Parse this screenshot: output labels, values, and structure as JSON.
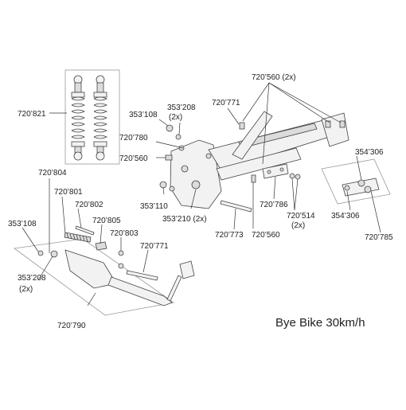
{
  "diagram": {
    "title": "Bye Bike 30km/h",
    "labels": {
      "shock": "720’821",
      "frame_bolt_tl": "353’108",
      "washer_tl": "353’208",
      "washer_tl_qty": "(2x)",
      "arm_top": "720’771",
      "brackets_top": "720’560 (2x)",
      "plate_left": "720’780",
      "nut_left": "720’560",
      "end_cap": "354’306",
      "nut_mid": "353’110",
      "bolt_mid": "353’210 (2x)",
      "pin_mid": "720’773",
      "clip_mid": "720’560",
      "plate_mid": "720’786",
      "screw_mid": "720’514",
      "screw_mid_qty": "(2x)",
      "cap_right": "354’306",
      "bar_right": "720’785",
      "stand_top": "720’804",
      "spring": "720’801",
      "spring_pin": "720’802",
      "block": "720’805",
      "stand_bolt_left": "353’108",
      "stand_clip": "720’803",
      "stand_pin": "720’771",
      "stand_washer": "353’208",
      "stand_washer_qty": "(2x)",
      "stand": "720’790"
    }
  }
}
